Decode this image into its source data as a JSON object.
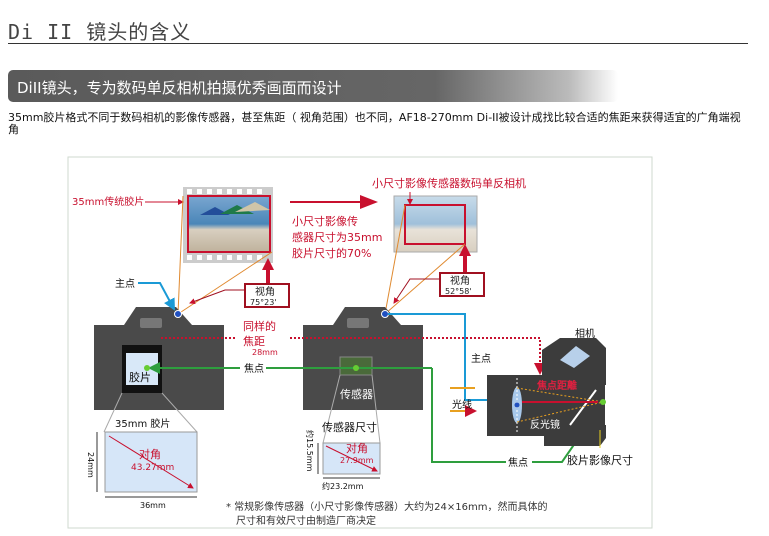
{
  "title": "Di II 镜头的含义",
  "banner": "DiII镜头，专为数码单反相机拍摄优秀画面而设计",
  "intro": "35mm胶片格式不同于数码相机的影像传感器，甚至焦距（ 视角范围）也不同，AF18-270mm Di-II被设计成找比较合适的焦距来获得适宜的广角端视角",
  "diagram": {
    "film_label": "35mm传统胶片",
    "ratio_note": [
      "小尺寸影像传",
      "感器尺寸为35mm",
      "胶片尺寸的70%"
    ],
    "dslr_label": "小尺寸影像传感器数码单反相机",
    "view_angle_label": "视角",
    "view_angle_film": "75°23'",
    "view_angle_sensor": "52°58'",
    "principal_point": "主点",
    "same_focal": [
      "同样的",
      "焦距",
      "28mm"
    ],
    "film_in_camera": "胶片",
    "sensor_in_camera": "传感器",
    "focal_point": "焦点",
    "camera_label": "相机",
    "focal_distance": "焦点距離",
    "light_rays": "光线",
    "mirror": "反光镜",
    "film_image_size": "胶片影像尺寸",
    "film_box": {
      "title": "35mm 胶片",
      "diag_label": "对角",
      "diag": "43.27mm",
      "height": "24mm",
      "width": "36mm"
    },
    "sensor_box": {
      "title1": "APS-C",
      "title2": "传感器尺寸",
      "diag_label": "对角",
      "diag": "27.9mm",
      "height": "约15.5mm",
      "width": "约23.2mm"
    },
    "footnote": [
      "* 常规影像传感器（小尺寸影像传感器）大约为24×16mm，然而具体的",
      "尺寸和有效尺寸由制造厂商决定"
    ]
  },
  "colors": {
    "red": "#c8102e",
    "blue": "#1a9ad6",
    "green": "#2e9e3e",
    "orange": "#e8a020"
  }
}
